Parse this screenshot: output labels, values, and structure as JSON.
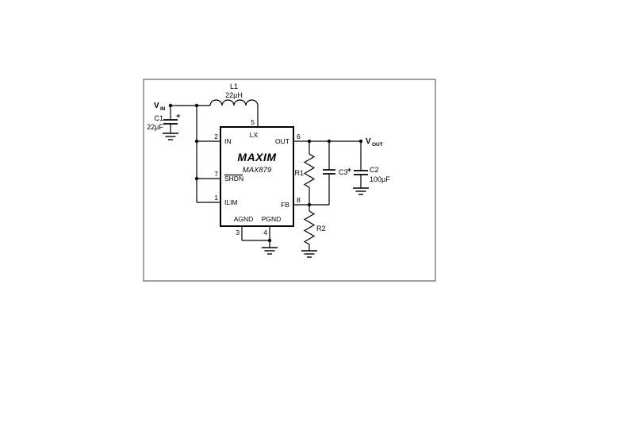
{
  "power": {
    "vin_main": "V",
    "vin_sub": "IN",
    "vout_main": "V",
    "vout_sub": "OUT"
  },
  "components": {
    "l1": {
      "ref": "L1",
      "value": "22µH"
    },
    "c1": {
      "ref": "C1",
      "value": "22µF",
      "polarity": "+"
    },
    "c2": {
      "ref": "C2",
      "value": "100µF",
      "polarity": "+"
    },
    "c3": {
      "ref": "C3"
    },
    "r1": {
      "ref": "R1"
    },
    "r2": {
      "ref": "R2"
    }
  },
  "ic": {
    "brand": "MAXIM",
    "part": "MAX879",
    "pins": {
      "in": {
        "number": "2",
        "name": "IN"
      },
      "shdn": {
        "number": "7",
        "name": "SHDN"
      },
      "ilim": {
        "number": "1",
        "name": "ILIM"
      },
      "lx": {
        "number": "5",
        "name": "LX"
      },
      "out": {
        "number": "6",
        "name": "OUT"
      },
      "fb": {
        "number": "8",
        "name": "FB"
      },
      "agnd": {
        "number": "3",
        "name": "AGND"
      },
      "pgnd": {
        "number": "4",
        "name": "PGND"
      }
    }
  },
  "colors": {
    "ink": "#000000",
    "frame": "#444444",
    "background": "#ffffff"
  }
}
